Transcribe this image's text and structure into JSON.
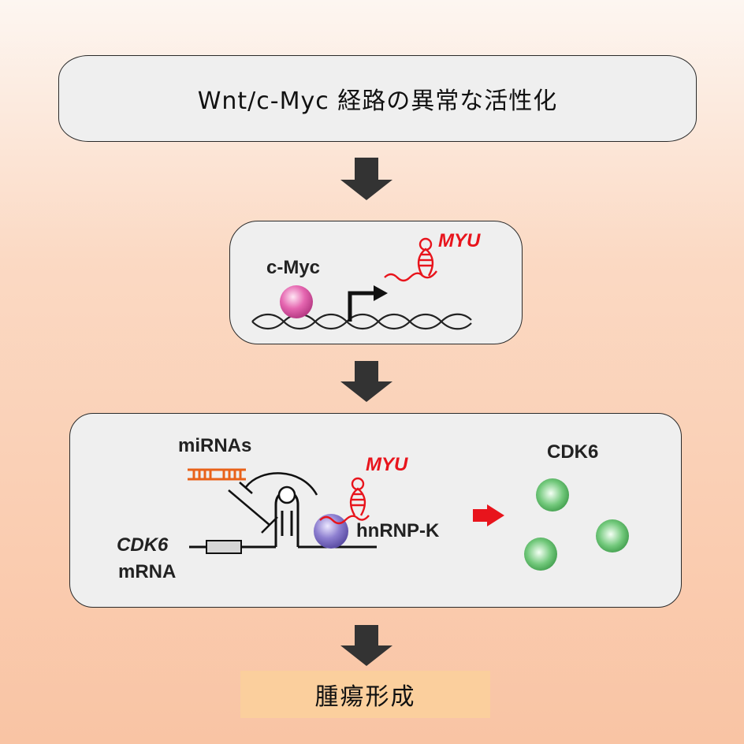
{
  "top": {
    "title": "Wnt/c-Myc 経路の異常な活性化"
  },
  "middle": {
    "cmyc_label": "c-Myc",
    "myu_label": "MYU"
  },
  "bottom": {
    "mirnas_label": "miRNAs",
    "myu_label": "MYU",
    "hnrnpk_label": "hnRNP-K",
    "cdk6_gene_label": "CDK6",
    "mrna_label": "mRNA",
    "cdk6_protein_label": "CDK6"
  },
  "result": {
    "title": "腫瘍形成"
  },
  "colors": {
    "red": "#e8141c",
    "orange": "#e8621a",
    "green": "#5fbf6a",
    "purple": "#8878c8",
    "pink": "#e060a8",
    "arrow": "#333333"
  }
}
